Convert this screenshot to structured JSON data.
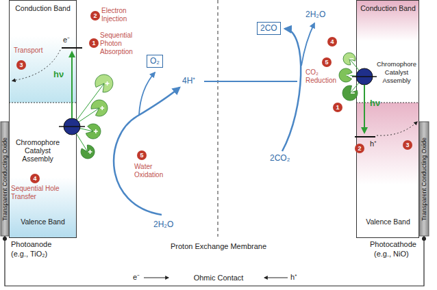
{
  "diagram": {
    "nodes": [
      {
        "text": [
          "Conduction Band"
        ]
      },
      {
        "text": [
          "Chromophore Catalyst Assembly"
        ]
      },
      {
        "text": [
          "Valence Band"
        ]
      },
      {
        "text": [
          "Transparent Conducting Oxide"
        ]
      },
      {
        "text": [
          "O₂"
        ]
      },
      {
        "text": [
          "2CO"
        ]
      },
      {
        "text": [
          "Conduction Band"
        ]
      },
      {
        "text": [
          "Chromophore Catalyst Assembly"
        ]
      },
      {
        "text": [
          "Valence Band"
        ]
      },
      {
        "text": [
          "Transparent Conducting Oxide"
        ]
      }
    ],
    "labels": [
      "Electron Injection",
      "2",
      "Sequential Photon Absorption",
      "1",
      "Transport",
      "3",
      "e⁻",
      "hν",
      "4",
      "Sequential Hole Transfer",
      "5",
      "Water Oxidation",
      "2H₂O",
      "4H⁺",
      "2H₂O",
      "4",
      "5",
      "CO₂ Reduction",
      "2CO₂",
      "1",
      "hν",
      "h⁺",
      "2",
      "3",
      "Proton Exchange Membrane",
      "Photoanode",
      "(e.g., TiO₂)",
      "Photocathode",
      "(e.g., NiO)",
      "e⁻",
      "Ohmic Contact",
      "h⁺"
    ]
  }
}
